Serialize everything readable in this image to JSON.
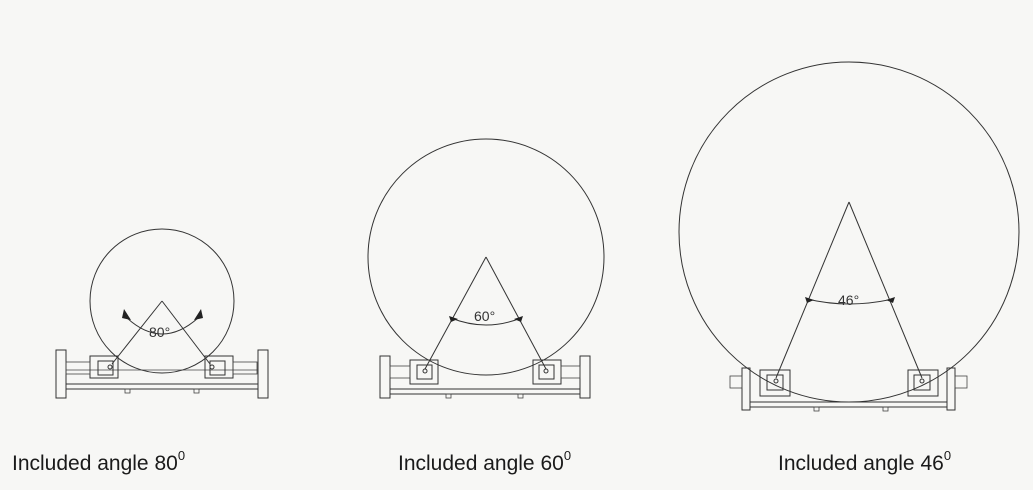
{
  "diagrams": [
    {
      "angle_label": "80°",
      "caption_text": "Included angle 80",
      "caption_sup": "0"
    },
    {
      "angle_label": "60°",
      "caption_text": "Included angle 60",
      "caption_sup": "0"
    },
    {
      "angle_label": "46°",
      "caption_text": "Included angle 46",
      "caption_sup": "0"
    }
  ]
}
